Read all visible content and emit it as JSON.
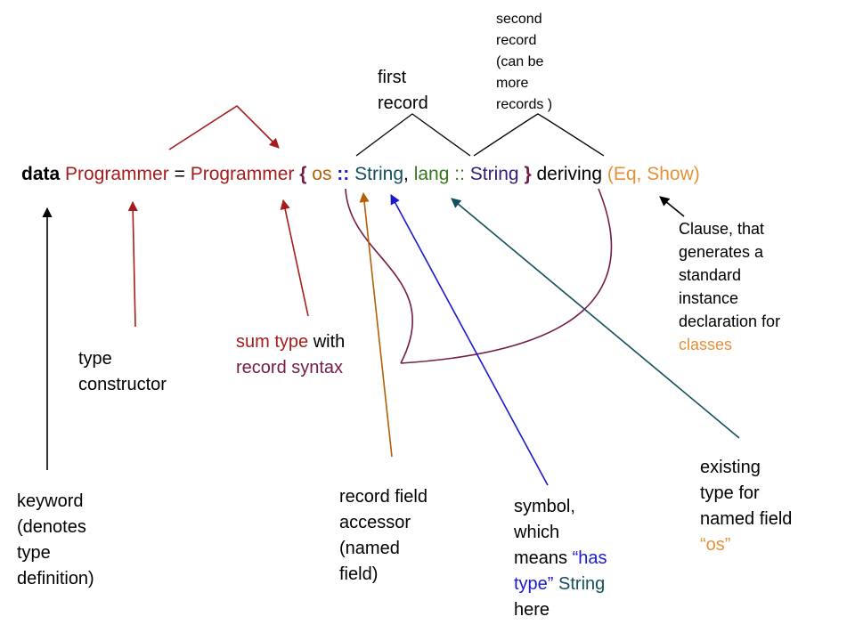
{
  "colors": {
    "black": "#000000",
    "red": "#a61c1c",
    "purple": "#741b47",
    "orange": "#e69138",
    "brown": "#b45f06",
    "blue": "#1a1acc",
    "teal": "#134f5c",
    "green": "#38761d",
    "indigo": "#351c75"
  },
  "code": {
    "kw_data": "data",
    "type_name": "Programmer",
    "equals": "=",
    "ctor_name": "Programmer",
    "brace_open": "{",
    "field_os": "os",
    "sep1": "::",
    "type1": "String",
    "comma": ",",
    "field_lang": "lang",
    "sep2": "::",
    "type2": "String",
    "brace_close": "}",
    "kw_deriving": "deriving",
    "classes": "(Eq, Show)"
  },
  "labels": {
    "first_record": [
      "first",
      "record"
    ],
    "second_record": [
      "second",
      "record",
      "(can be",
      "more",
      "records )"
    ],
    "keyword": [
      "keyword",
      "(denotes",
      "type",
      "definition)"
    ],
    "type_constructor": [
      "type",
      "constructor"
    ],
    "sum_type": {
      "part1": "sum type",
      "part2": " with",
      "part3": "record syntax"
    },
    "record_field": [
      "record field",
      "accessor",
      "(named",
      "field)"
    ],
    "symbol": {
      "l1": "symbol,",
      "l2": "which",
      "l3a": "means ",
      "l3b": "“has",
      "l4a": "type”",
      "l4b": " String",
      "l5": "here"
    },
    "existing_type": {
      "l1": "existing",
      "l2": "type for",
      "l3": "named field",
      "l4": "“os”"
    },
    "clause": {
      "l1": "Clause, that",
      "l2": "generates a",
      "l3": "standard",
      "l4": "instance",
      "l5": "declaration for",
      "l6": "classes"
    }
  }
}
